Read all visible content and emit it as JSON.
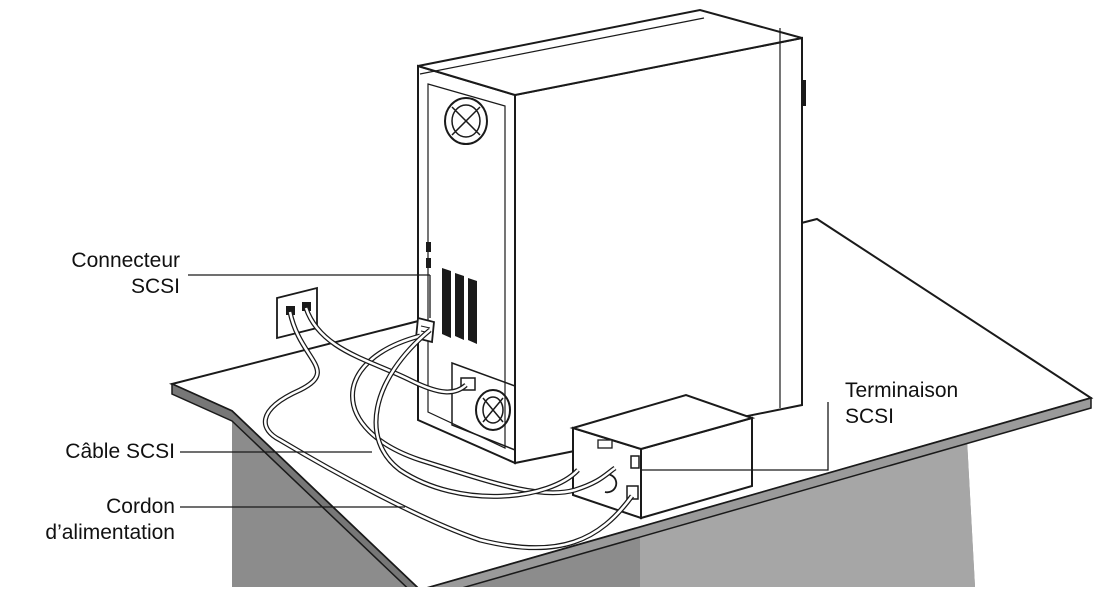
{
  "labels": {
    "connector": [
      "Connecteur",
      "SCSI"
    ],
    "terminator": [
      "Terminaison",
      "SCSI"
    ],
    "cable": "Câble SCSI",
    "power_cord": [
      "Cordon",
      "d’alimentation"
    ]
  },
  "colors": {
    "line": "#1a1a1a",
    "shadow": "#8a8a8a",
    "shadow_light": "#a8a8a8",
    "fill": "#ffffff"
  }
}
